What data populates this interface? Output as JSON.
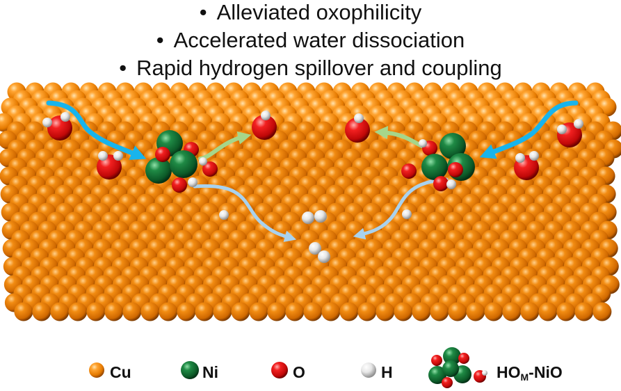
{
  "bullets": [
    {
      "text": "Alleviated oxophilicity"
    },
    {
      "text": "Accelerated water dissociation"
    },
    {
      "text": "Rapid hydrogen spillover and coupling"
    }
  ],
  "bullet_symbol": "•",
  "legend": {
    "cu": "Cu",
    "ni": "Ni",
    "o": "O",
    "h": "H",
    "cluster_main": "HO",
    "cluster_sub": "M",
    "cluster_tail": "-NiO"
  },
  "colors": {
    "cu_atom": "#f08a10",
    "ni_atom": "#1a7a3a",
    "o_atom": "#e51c1c",
    "h_atom": "#f2f2f2",
    "water_arrow": "#18b4ec",
    "oh_arrow": "#a6d68a",
    "h_arrow": "#a9d2ee"
  }
}
